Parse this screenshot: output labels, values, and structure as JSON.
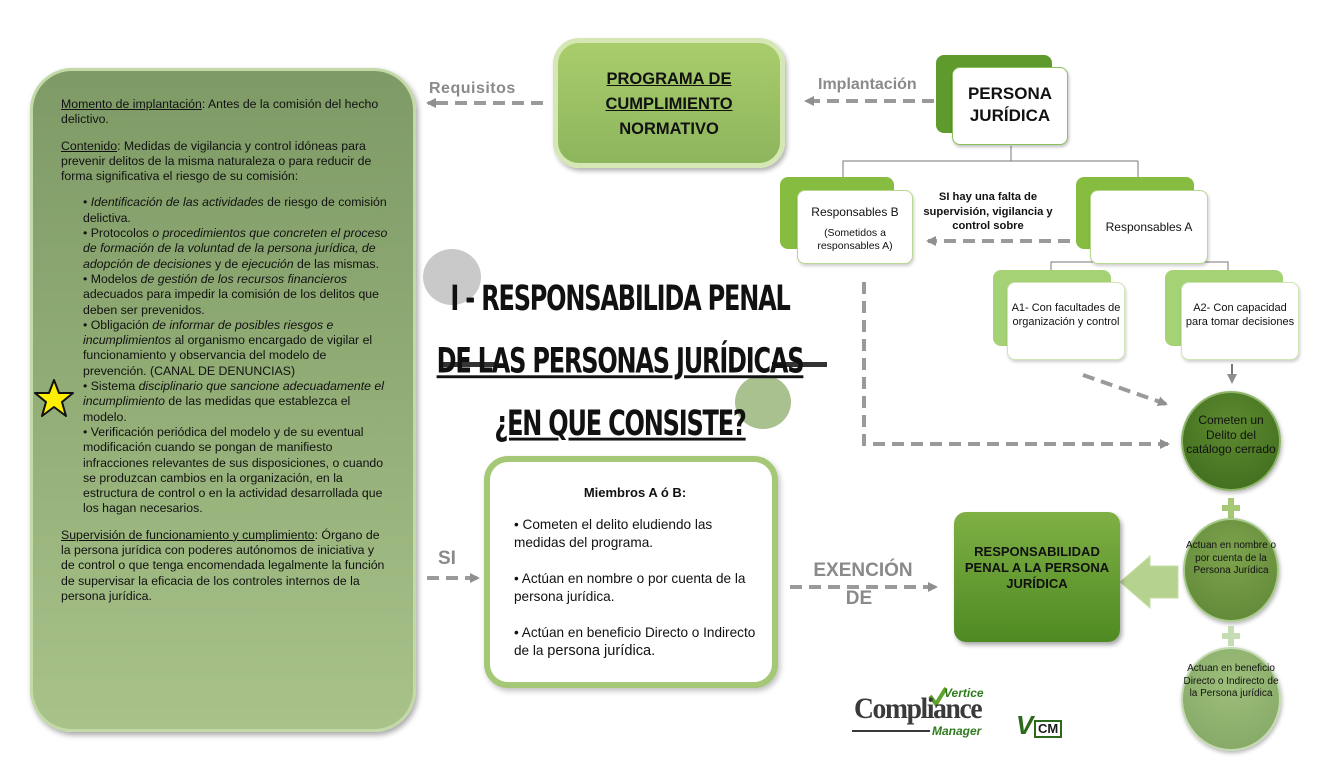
{
  "title": {
    "line1": "I - RESPONSABILIDA PENAL",
    "line2": "DE LAS PERSONAS JURÍDICAS",
    "line3": "¿EN QUE CONSISTE?"
  },
  "left_panel": {
    "moment_label": "Momento de implantación",
    "moment_text": ": Antes de la comisión del hecho delictivo.",
    "content_label": "Contenido",
    "content_text": ": Medidas de vigilancia y control idóneas para prevenir delitos de la misma naturaleza o para reducir de forma significativa el riesgo de su comisión:",
    "b1_italic": "Identificación de las actividades",
    "b1_rest": " de riesgo de comisión delictiva.",
    "b2_a": "Protocolos ",
    "b2_italic": "o procedimientos que concreten el proceso de formación de la voluntad de la persona jurídica, de adopción de decisiones",
    "b2_b": " y de ",
    "b2_italic2": "ejecución",
    "b2_c": " de las mismas.",
    "b3_a": "Modelos ",
    "b3_italic": "de gestión de los recursos financieros",
    "b3_b": " adecuados para impedir la comisión de los delitos que deben ser prevenidos.",
    "b4_a": "Obligación ",
    "b4_italic": "de informar de posibles riesgos e incumplimientos",
    "b4_b": " al organismo encargado de vigilar el funcionamiento y observancia del modelo de prevención. (CANAL DE DENUNCIAS)",
    "b5_a": "Sistema ",
    "b5_italic": "disciplinario que sancione adecuadamente el incumplimiento",
    "b5_b": " de las medidas que establezca el modelo.",
    "b6": "Verificación periódica del modelo y de su eventual modificación cuando se pongan de manifiesto infracciones relevantes de sus disposiciones, o cuando se produzcan cambios en la organización, en la estructura de control o en la actividad desarrollada que los hagan necesarios.",
    "supervision_label": "Supervisión de funcionamiento y cumplimiento",
    "supervision_text": ": Órgano de la persona jurídica con poderes autónomos de iniciativa y de control o que tenga encomendada legalmente la función de supervisar la eficacia de los controles internos de la persona jurídica."
  },
  "labels": {
    "requisitos": "Requisitos",
    "implantacion": "Implantación",
    "si": "SI",
    "exencion_1": "EXENCIÓN",
    "exencion_2": "DE"
  },
  "program": {
    "line1": "PROGRAMA DE",
    "line2": "CUMPLIMIENTO",
    "line3": "NORMATIVO"
  },
  "persona": {
    "line1": "PERSONA",
    "line2": "JURÍDICA"
  },
  "resp_b": {
    "main": "Responsables B",
    "sub": "(Sometidos a responsables A)"
  },
  "resp_a": "Responsables A",
  "condition": "SI hay una falta de supervisión, vigilancia y control sobre",
  "a1": "A1- Con facultades de organización y control",
  "a2": "A2- Con capacidad para tomar decisiones",
  "members": {
    "heading": "Miembros A ó B:",
    "item1": "• Cometen el delito eludiendo las medidas del programa.",
    "item2": "• Actúan en nombre o por cuenta de la persona jurídica.",
    "item3_a": "• Actúan en beneficio Directo o Indirecto de la ",
    "item3_b": "persona jurídica."
  },
  "responsabilidad": "RESPONSABILIDAD PENAL A LA PERSONA JURÍDICA",
  "circles": {
    "c1": "Cometen un Delito del catálogo cerrado",
    "c2": "Actuan en nombre o por cuenta de la Persona Jurídica",
    "c3": "Actuan en beneficio Directo o Indirecto de la Persona jurídica"
  },
  "logo": {
    "vertice": "Vertice",
    "compliance": "Compliance",
    "manager": "Manager",
    "vcm_v": "V",
    "vcm_cm": "CM"
  },
  "colors": {
    "arrow_gray": "#8f8f8f",
    "green_dark": "#3d6a1c",
    "green_light": "#a4c876",
    "star": "#ffee00"
  }
}
